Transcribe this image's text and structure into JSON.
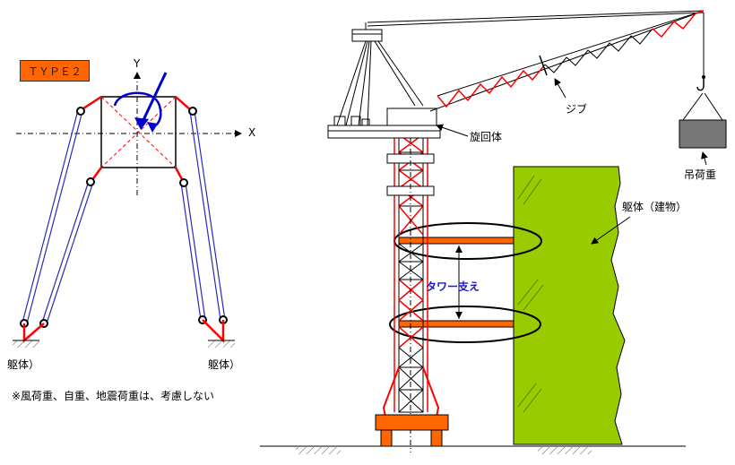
{
  "left_panel": {
    "type_badge": "ＴＹＰＥ２",
    "axis_y": "Y",
    "axis_x": "X",
    "support_left": "躯体）",
    "support_right": "躯体）",
    "note": "※風荷重、自重、地震荷重は、考慮しない"
  },
  "right_panel": {
    "jib_label": "ジブ",
    "slewing_label": "旋回体",
    "load_label": "吊荷重",
    "building_label": "躯体（建物）",
    "tower_support_label": "タワー支え"
  },
  "colors": {
    "red": "#ff0000",
    "blue": "#0000cc",
    "brace_blue": "#2a2ab8",
    "orange": "#ff6600",
    "building_green": "#99cc00",
    "load_gray": "#777777"
  }
}
